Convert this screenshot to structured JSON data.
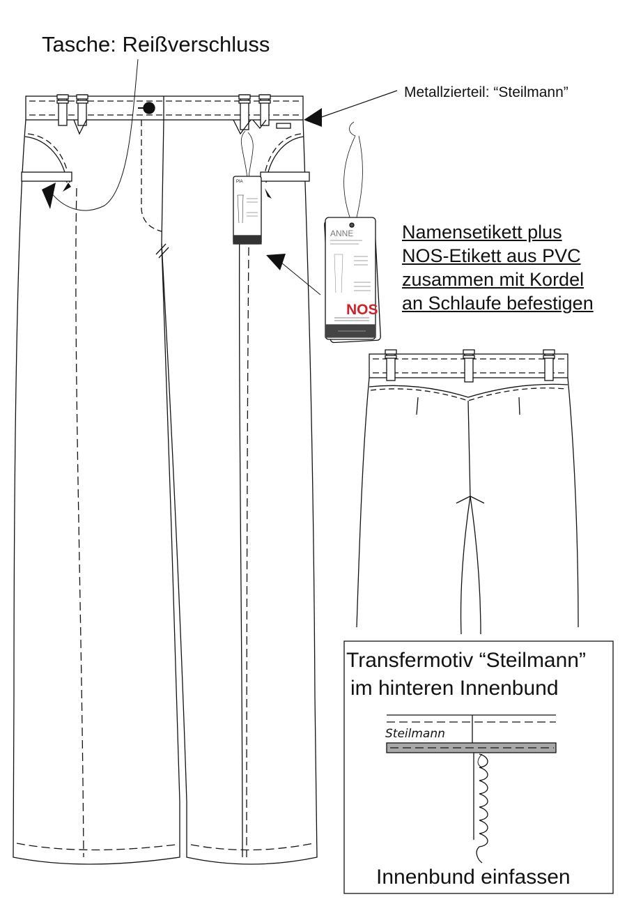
{
  "labels": {
    "pocket": "Tasche: Reißverschluss",
    "metal_ornament": "Metallzierteil: “Steilmann”",
    "tag_note_lines": [
      "Namensetikett plus",
      "NOS-Etikett aus PVC",
      "zusammen mit Kordel",
      "an Schlaufe befestigen"
    ],
    "transfer_lines": [
      "Transfermotiv “Steilmann”",
      "im hinteren Innenbund"
    ],
    "inner_band": "Innenbund einfassen",
    "detail_brand": "Steilmann"
  },
  "hang_tags": {
    "small_name": "PIA",
    "large_name": "ANNE",
    "nos_mark": "NOS",
    "nos_color": "#d0202a"
  },
  "colors": {
    "line": "#111111",
    "band_fill": "#a8a8a8"
  }
}
